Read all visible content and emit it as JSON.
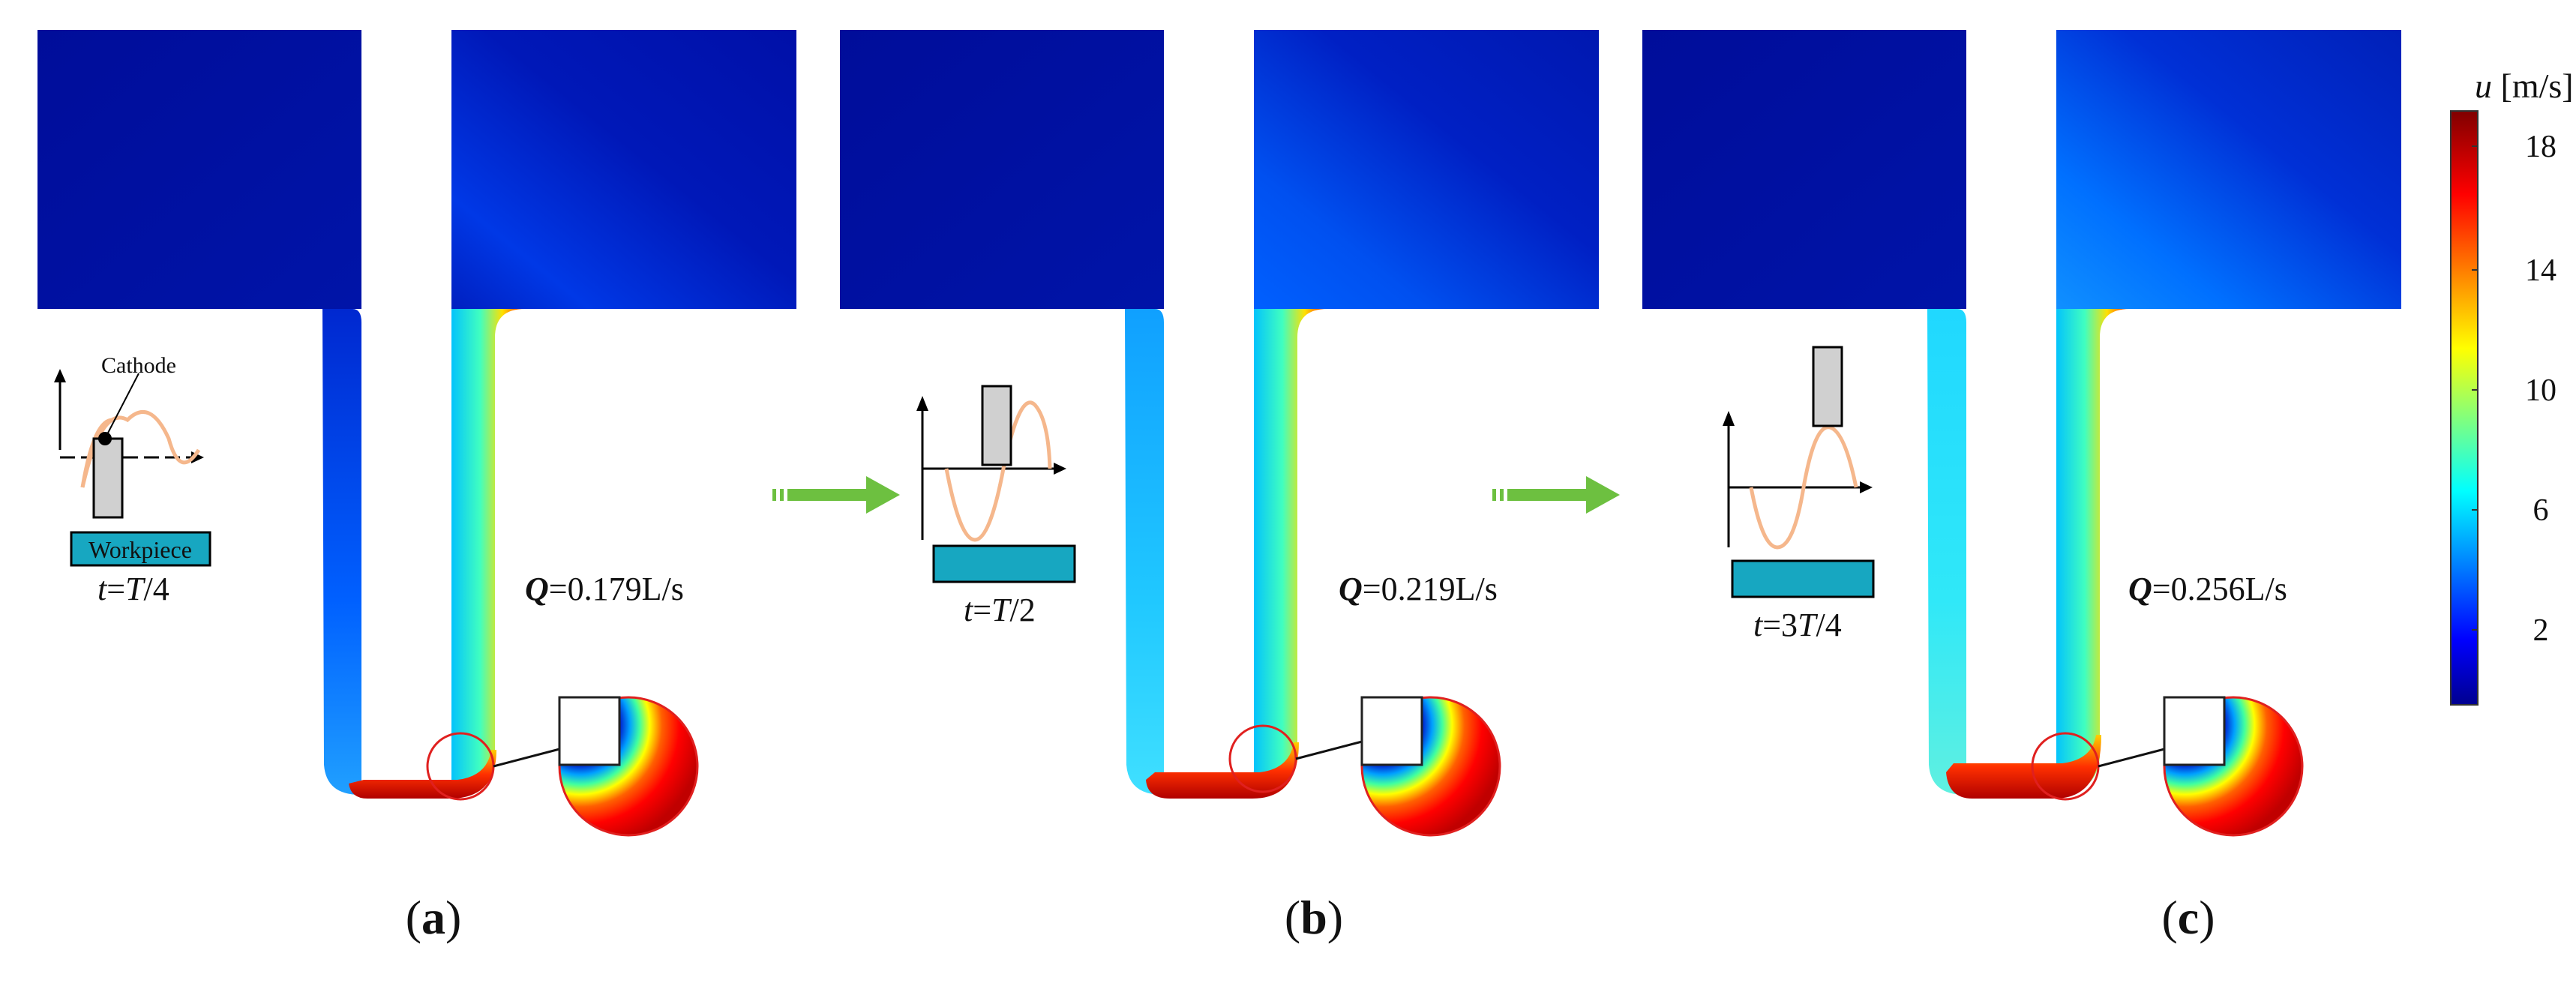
{
  "panels": [
    {
      "id": "a",
      "label_letter": "a",
      "flow_q_symbol": "Q",
      "flow_q_value": "=0.179L/s",
      "time_prefix": "t",
      "time_eq": "=",
      "time_T": "T",
      "time_frac": "/4",
      "cathode_label": "Cathode",
      "workpiece_label": "Workpiece"
    },
    {
      "id": "b",
      "label_letter": "b",
      "flow_q_symbol": "Q",
      "flow_q_value": "=0.219L/s",
      "time_prefix": "t",
      "time_eq": "=",
      "time_T": "T",
      "time_frac": "/2"
    },
    {
      "id": "c",
      "label_letter": "c",
      "flow_q_symbol": "Q",
      "flow_q_value": "=0.256L/s",
      "time_prefix": "t",
      "time_eq": "=3",
      "time_T": "T",
      "time_frac": "/4"
    }
  ],
  "colorbar": {
    "symbol": "u",
    "unit": "[m/s]",
    "ticks": [
      "18",
      "14",
      "10",
      "6",
      "2"
    ]
  },
  "colors": {
    "jet_dark_blue": "#00008f",
    "jet_blue": "#0000ff",
    "jet_cyan": "#00ffff",
    "jet_yellow": "#ffff00",
    "jet_red": "#ff0000",
    "jet_dark_red": "#800000",
    "workpiece": "#17a7c1",
    "cathode": "#d0d0d0",
    "sine": "#f5b78c",
    "arrow": "#6dc040",
    "zoom_circle": "#e0201f"
  }
}
